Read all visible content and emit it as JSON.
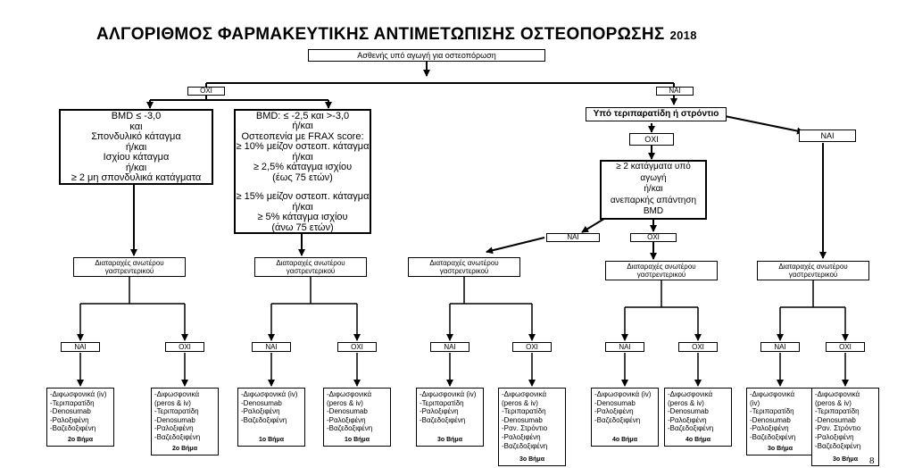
{
  "title": "ΑΛΓΟΡΙΘΜΟΣ ΦΑΡΜΑΚΕΥΤΙΚΗΣ ΑΝΤΙΜΕΤΩΠΙΣΗΣ ΟΣΤΕΟΠΟΡΩΣΗΣ",
  "year": "2018",
  "page_number": "8",
  "root": "Ασθενής υπό αγωγή για οστεοπόρωση",
  "labels": {
    "yes": "ΝΑΙ",
    "no": "ΟΧΙ"
  },
  "gi": "Διαταραχές ανωτέρου γαστρεντερικού",
  "left_criteria": [
    "BMD ≤ -3,0",
    "και",
    "Σπονδυλικό κάταγμα",
    "ή/και",
    "Ισχίου κάταγμα",
    "ή/και",
    "≥ 2 μη σπονδυλικά κατάγματα"
  ],
  "mid_criteria": [
    "BMD: ≤ -2,5  και >-3,0",
    "ή/και",
    "Οστεοπενία με FRAX score:",
    "≥ 10% μείζον οστεοπ. κάταγμα",
    "ή/και",
    "≥ 2,5% κάταγμα ισχίου",
    "(έως 75 ετών)",
    "",
    "≥ 15% μείζον οστεοπ. κάταγμα",
    "ή/και",
    "≥ 5% κάταγμα ισχίου",
    "(άνω 75 ετών)"
  ],
  "teri_question": "Υπό τεριπαρατίδη ή στρόντιο",
  "fracture_question": [
    "≥ 2 κατάγματα υπό",
    "αγωγή",
    "ή/και",
    "ανεπαρκής απάντηση",
    "BMD"
  ],
  "options": [
    {
      "items": [
        "-Διφωσφονικά (iv)",
        "-Τεριπαρατίδη",
        "-Denosumab",
        "-Ραλοξιφένη",
        "-Βαζεδοξιφένη"
      ],
      "step": "2ο Βήμα"
    },
    {
      "items": [
        "-Διφωσφονικά",
        "(peros & iv)",
        "-Τεριπαρατίδη",
        "-Denosumab",
        "-Ραλοξιφένη",
        "-Βαζεδοξιφένη"
      ],
      "step": "2ο Βήμα"
    },
    {
      "items": [
        "-Διφωσφονικά (iv)",
        "-Denosumab",
        "-Ραλοξιφένη",
        "-Βαζεδοξιφένη"
      ],
      "step": "1ο Βήμα"
    },
    {
      "items": [
        "-Διφωσφονικά",
        "(peros & iv)",
        "-Denosumab",
        "-Ραλοξιφένη",
        "-Βαζεδοξιφένη"
      ],
      "step": "1ο Βήμα"
    },
    {
      "items": [
        "-Διφωσφονικά (iv)",
        "-Τεριπαρατίδη",
        "-Ραλοξιφένη",
        "-Βαζεδοξιφένη"
      ],
      "step": "3ο Βήμα"
    },
    {
      "items": [
        "-Διφωσφονικά",
        "(peros & iv)",
        "-Τεριπαρατίδη",
        "-Denosumab",
        "-Ραν. Στρόντιο",
        "-Ραλοξιφένη",
        "-Βαζεδοξιφένη"
      ],
      "step": "3ο Βήμα"
    },
    {
      "items": [
        "-Διφωσφονικά (iv)",
        "-Denosumab",
        "-Ραλοξιφένη",
        "-Βαζεδοξιφένη"
      ],
      "step": "4ο Βήμα"
    },
    {
      "items": [
        "-Διφωσφονικά",
        "(peros & iv)",
        "-Denosumab",
        "-Ραλοξιφένη",
        "-Βαζεδοξιφένη"
      ],
      "step": "4ο Βήμα"
    },
    {
      "items": [
        "-Διφωσφονικά",
        "(iv)",
        "-Τεριπαρατίδη",
        "-Denosumab",
        "-Ραλοξιφένη",
        "-Βαζεδοξιφένη"
      ],
      "step": "3ο Βήμα"
    },
    {
      "items": [
        "-Διφωσφονικά",
        "(peros & iv)",
        "-Τεριπαρατίδη",
        "-Denosumab",
        "-Ραν. Στρόντιο",
        "-Ραλοξιφένη",
        "-Βαζεδοξιφένη"
      ],
      "step": "3ο Βήμα"
    }
  ]
}
